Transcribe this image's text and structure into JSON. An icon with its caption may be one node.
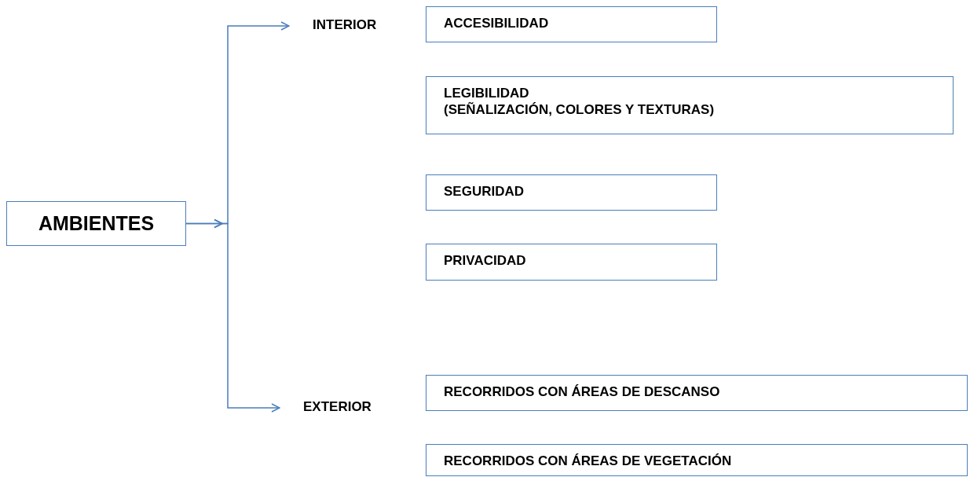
{
  "diagram": {
    "nodes": [
      {
        "text": [
          "AMBIENTES"
        ]
      },
      {
        "text": [
          "INTERIOR"
        ]
      },
      {
        "text": [
          "EXTERIOR"
        ]
      },
      {
        "text": [
          "ACCESIBILIDAD"
        ]
      },
      {
        "text": [
          "LEGIBILIDAD",
          "(SEÑALIZACIÓN, COLORES Y TEXTURAS)"
        ]
      },
      {
        "text": [
          "SEGURIDAD"
        ]
      },
      {
        "text": [
          "PRIVACIDAD"
        ]
      },
      {
        "text": [
          "RECORRIDOS CON ÁREAS DE DESCANSO"
        ]
      },
      {
        "text": [
          "RECORRIDOS CON ÁREAS DE VEGETACIÓN"
        ]
      }
    ],
    "edges": [
      {
        "from": 0,
        "to": 1,
        "arrow": "to"
      },
      {
        "from": 0,
        "to": 2,
        "arrow": "to"
      }
    ]
  }
}
